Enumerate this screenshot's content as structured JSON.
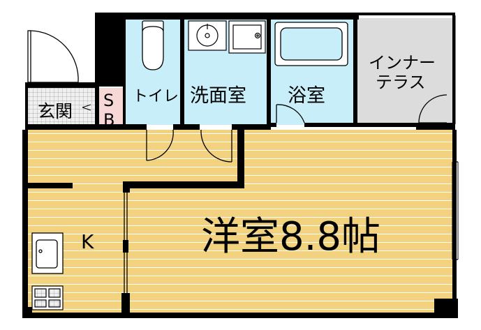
{
  "rooms": {
    "entrance": "玄関",
    "shoe_box_s": "S",
    "shoe_box_b": "B",
    "toilet": "トイレ",
    "washroom": "洗面室",
    "bathroom": "浴室",
    "inner_terrace_line1": "インナー",
    "inner_terrace_line2": "テラス",
    "kitchen": "K",
    "western_room": "洋室8.8帖"
  },
  "colors": {
    "floor_wood": "#f2d27e",
    "floor_line": "#ffffff",
    "wet_area": "#c8eefa",
    "terrace": "#dcdcdc",
    "shoe_box": "#f8d7d7",
    "wall": "#000000"
  }
}
